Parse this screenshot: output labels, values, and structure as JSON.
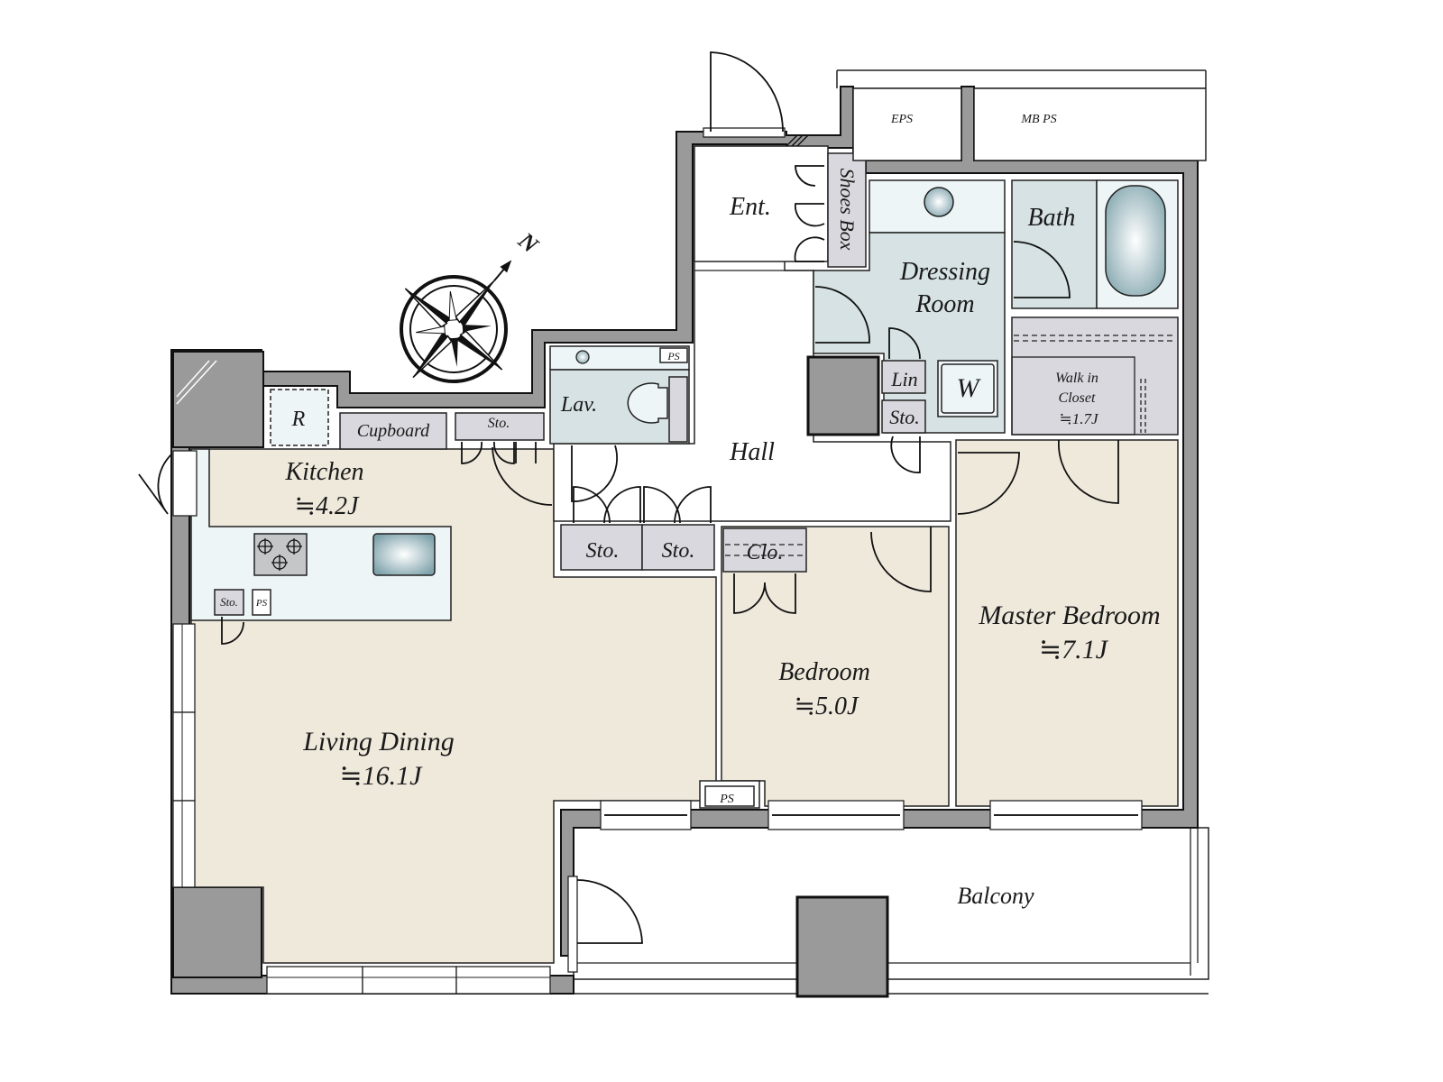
{
  "floor_plan": {
    "compass": {
      "label": "N",
      "direction_deg": 40
    },
    "rooms": [
      {
        "id": "ent",
        "name": "Ent.",
        "area": null
      },
      {
        "id": "shoes_box",
        "name": "Shoes Box",
        "area": null
      },
      {
        "id": "dressing_room",
        "name": "Dressing Room",
        "line1": "Dressing",
        "line2": "Room",
        "area": null
      },
      {
        "id": "bath",
        "name": "Bath",
        "area": null
      },
      {
        "id": "lav",
        "name": "Lav.",
        "area": null
      },
      {
        "id": "hall",
        "name": "Hall",
        "area": null
      },
      {
        "id": "kitchen",
        "name": "Kitchen",
        "area": "≒4.2J"
      },
      {
        "id": "living_dining",
        "name": "Living Dining",
        "area": "≒16.1J"
      },
      {
        "id": "bedroom",
        "name": "Bedroom",
        "area": "≒5.0J"
      },
      {
        "id": "master_bedroom",
        "name": "Master Bedroom",
        "area": "≒7.1J"
      },
      {
        "id": "walk_in_closet",
        "name": "Walk in Closet",
        "line1": "Walk in",
        "line2": "Closet",
        "area": "≒1.7J"
      },
      {
        "id": "balcony",
        "name": "Balcony",
        "area": null
      }
    ],
    "fixtures": {
      "eps": "EPS",
      "mbps": "MB PS",
      "ps": "PS",
      "lin": "Lin",
      "sto": "Sto.",
      "washer": "W",
      "refrigerator": "R",
      "cupboard": "Cupboard",
      "closet": "Clo."
    },
    "colors": {
      "wall": "#9a9a9a",
      "living_floor": "#efe9dc",
      "wet_area": "#d6e2e3",
      "kitchen_counter": "#eef5f7",
      "storage": "#d8d8de",
      "outline": "#111111"
    }
  }
}
